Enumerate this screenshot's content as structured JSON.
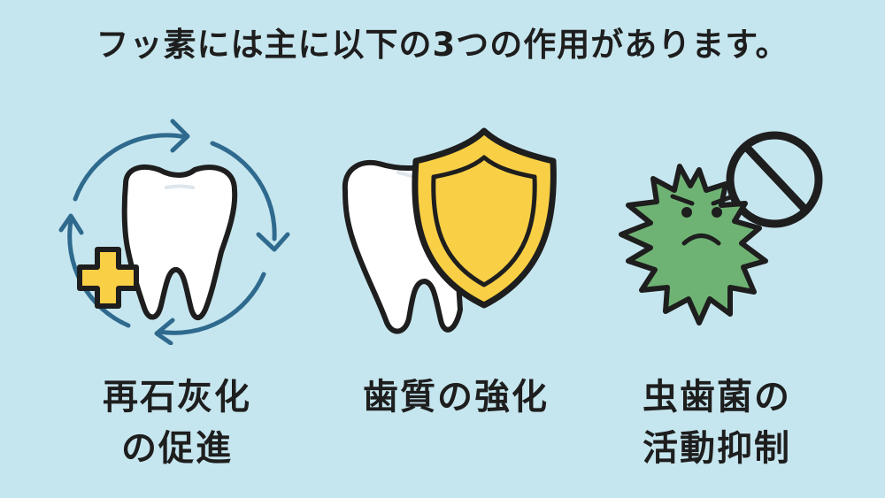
{
  "title": "フッ素には主に以下の3つの作用があります。",
  "colors": {
    "background": "#c6e6ef",
    "outline": "#1e1e1e",
    "tooth": "#ffffff",
    "accent_yellow": "#f9cf45",
    "arrow_blue": "#2f6a8e",
    "germ_green": "#6fb374"
  },
  "items": [
    {
      "icon": "tooth-remineralization-icon",
      "sub_icons": [
        "circular-arrows-icon",
        "plus-icon"
      ],
      "label_line1": "再石灰化",
      "label_line2": "の促進"
    },
    {
      "icon": "tooth-shield-icon",
      "sub_icons": [
        "shield-icon"
      ],
      "label_line1": "歯質の強化",
      "label_line2": ""
    },
    {
      "icon": "germ-prohibited-icon",
      "sub_icons": [
        "prohibition-sign-icon",
        "angry-germ-icon"
      ],
      "label_line1": "虫歯菌の",
      "label_line2": "活動抑制"
    }
  ]
}
